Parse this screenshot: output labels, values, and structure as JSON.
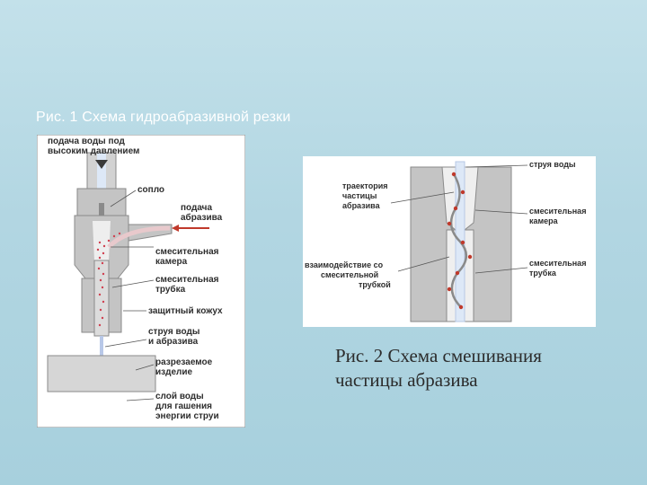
{
  "slide": {
    "title": "Рис. 1   Схема гидроабразивной резки"
  },
  "figure1": {
    "labels": {
      "supply_line1": "подача воды под",
      "supply_line2": "высоким давлением",
      "nozzle": "сопло",
      "abrasive_line1": "подача",
      "abrasive_line2": "абразива",
      "chamber_line1": "смесительная",
      "chamber_line2": "камера",
      "tube_line1": "смесительная",
      "tube_line2": "трубка",
      "casing": "защитный кожух",
      "jet_line1": "струя воды",
      "jet_line2": "и абразива",
      "workpiece_line1": "разрезаемое",
      "workpiece_line2": "изделие",
      "layer_line1": "слой воды",
      "layer_line2": "для гашения",
      "layer_line3": "энергии струи"
    }
  },
  "figure2": {
    "labels": {
      "trajectory_line1": "траектория",
      "trajectory_line2": "частицы",
      "trajectory_line3": "абразива",
      "interaction_line1": "взаимодействие со",
      "interaction_line2": "смесительной",
      "interaction_line3": "трубкой",
      "water_jet": "струя воды",
      "chamber_line1": "смесительная",
      "chamber_line2": "камера",
      "tube_line1": "смесительная",
      "tube_line2": "трубка"
    },
    "caption_line1": "Рис. 2   Схема смешивания",
    "caption_line2": "частицы абразива"
  },
  "colors": {
    "background": "#b2d6e2",
    "abrasive_arrow": "#c0392b",
    "abrasive_particles": "#d04050",
    "water_jet": "#dde8f7",
    "body_gray": "#c4c4c4"
  }
}
